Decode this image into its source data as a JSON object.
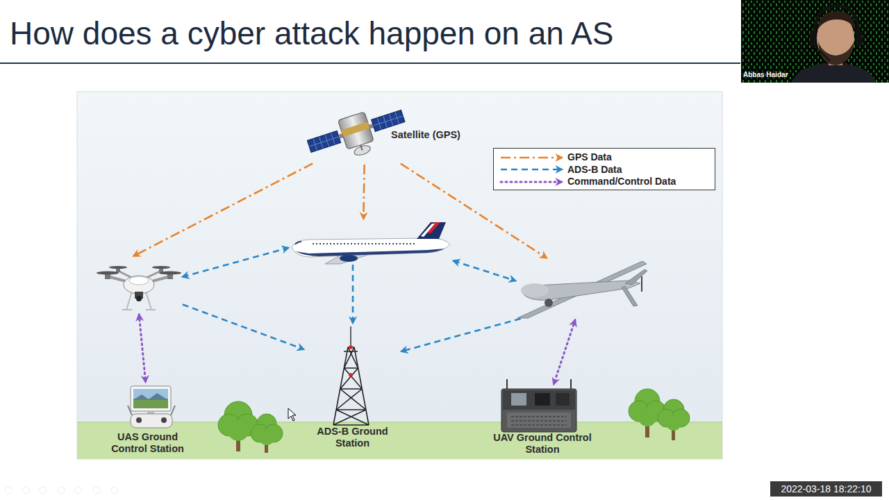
{
  "diagram": {
    "title": "How does a cyber attack happen on an AS",
    "nodes": [
      {
        "text": [
          "Satellite (GPS)"
        ]
      },
      {
        "text": []
      },
      {
        "text": []
      },
      {
        "text": []
      },
      {
        "text": [
          "UAS Ground Control Station"
        ]
      },
      {
        "text": [
          "ADS-B Ground Station"
        ]
      },
      {
        "text": [
          "UAV Ground Control Station"
        ]
      }
    ],
    "edges": [
      {
        "from": 0,
        "to": 2,
        "arrow": "to"
      },
      {
        "from": 0,
        "to": 1,
        "arrow": "to"
      },
      {
        "from": 0,
        "to": 3,
        "arrow": "to"
      },
      {
        "from": 2,
        "to": 1,
        "arrow": "both"
      },
      {
        "from": 1,
        "to": 3,
        "arrow": "both"
      },
      {
        "from": 2,
        "to": 5,
        "arrow": "to"
      },
      {
        "from": 1,
        "to": 5,
        "arrow": "to"
      },
      {
        "from": 3,
        "to": 5,
        "arrow": "to"
      },
      {
        "from": 2,
        "to": 4,
        "arrow": "both"
      },
      {
        "from": 3,
        "to": 6,
        "arrow": "both"
      }
    ],
    "labels": [
      "Abbas Haidar",
      "2022-03-18 18:22:10"
    ],
    "legend": [
      {
        "text": "GPS Data"
      },
      {
        "text": "ADS-B Data"
      },
      {
        "text": "Command/Control Data"
      }
    ]
  }
}
